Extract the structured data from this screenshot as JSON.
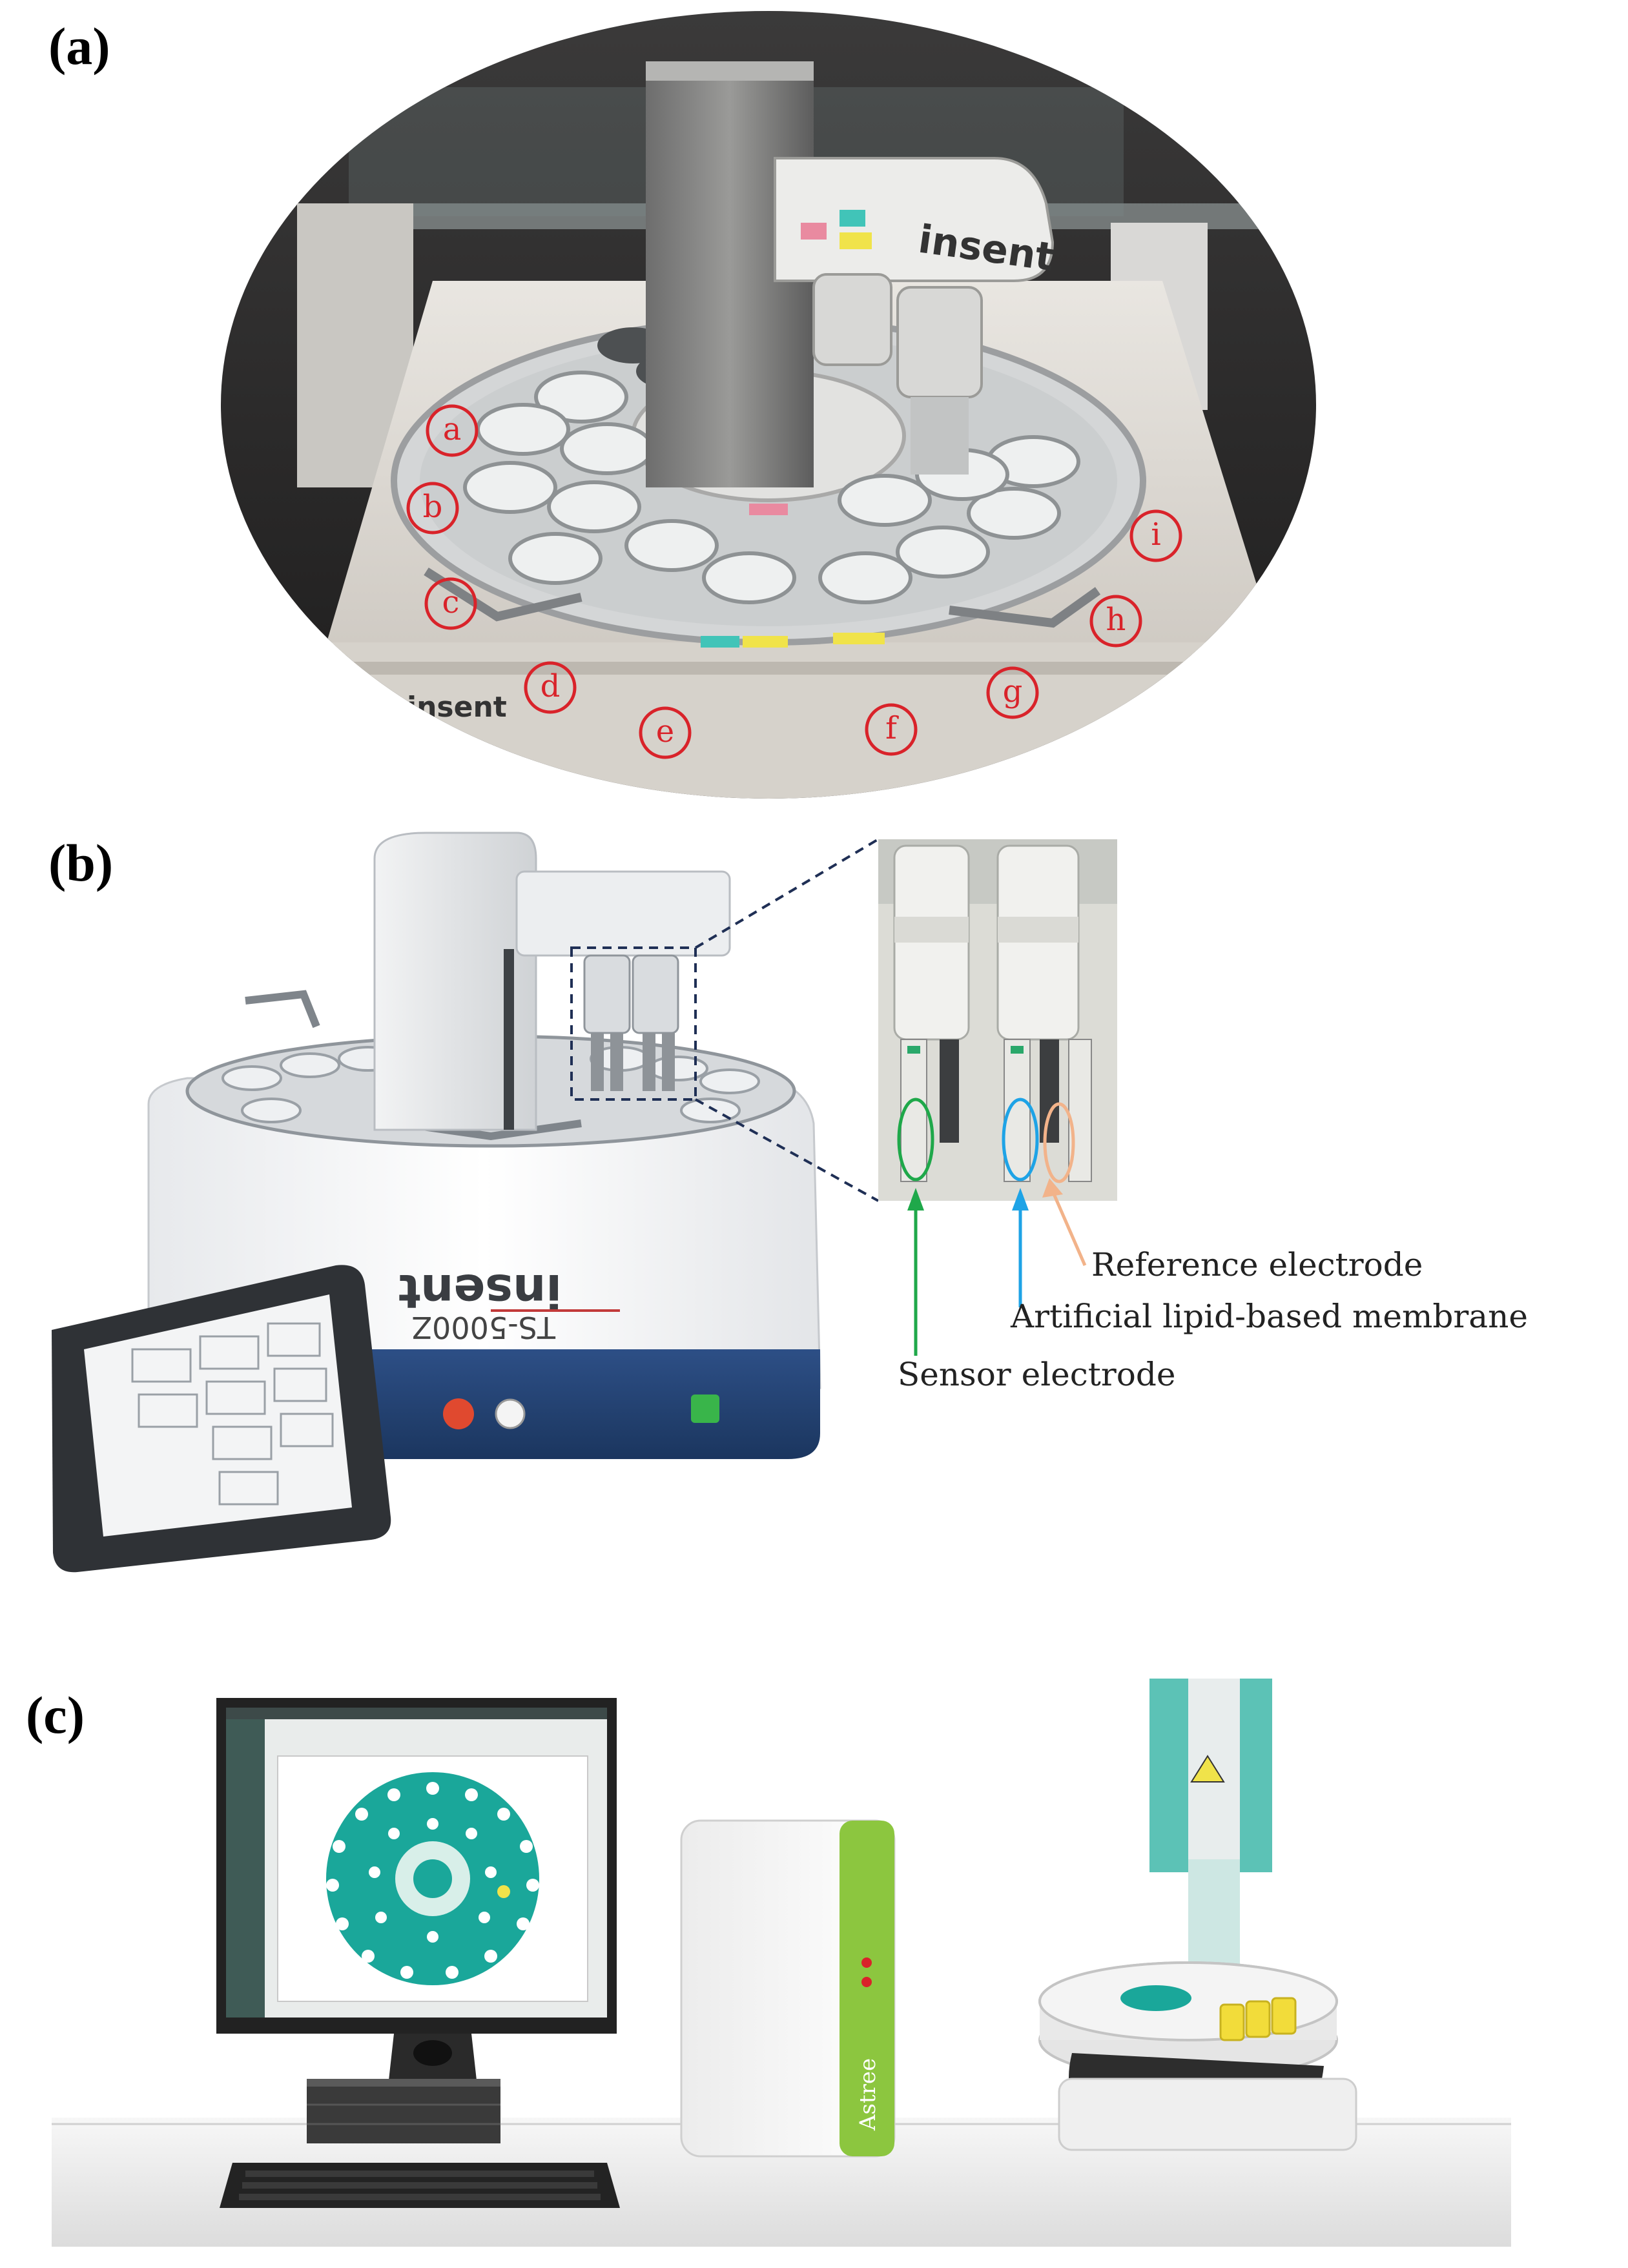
{
  "panels": {
    "a": {
      "label": "(a)"
    },
    "b": {
      "label": "(b)"
    },
    "c": {
      "label": "(c)"
    }
  },
  "panel_a": {
    "brand": "insent",
    "markers": [
      "a",
      "b",
      "c",
      "d",
      "e",
      "f",
      "g",
      "h",
      "i"
    ],
    "marker_color": "#d9232a"
  },
  "panel_b": {
    "brand": "insent",
    "model": "TS-5000Z",
    "callouts": {
      "reference": "Reference electrode",
      "membrane": "Artificial lipid-based membrane",
      "sensor": "Sensor electrode"
    },
    "colors": {
      "sensor": "#1fa84a",
      "membrane": "#1ea3e6",
      "reference": "#f2b38a"
    }
  },
  "panel_c": {
    "instrument_label": "Astree",
    "accent": "#8cc63f",
    "teal": "#1aa79a"
  }
}
